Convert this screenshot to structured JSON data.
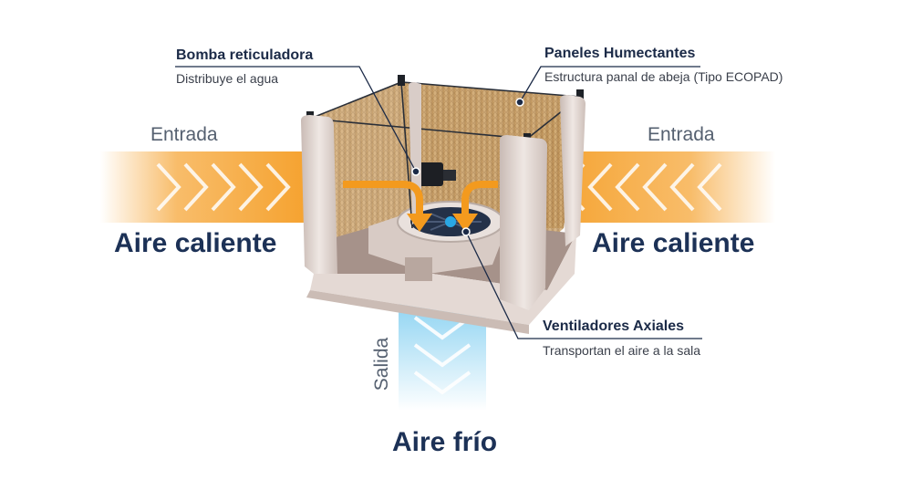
{
  "callouts": {
    "pump": {
      "title": "Bomba reticuladora",
      "subtitle": "Distribuye el agua"
    },
    "panels": {
      "title": "Paneles Humectantes",
      "subtitle": "Estructura panal de abeja (Tipo ECOPAD)"
    },
    "fans": {
      "title": "Ventiladores Axiales",
      "subtitle": "Transportan el aire a la sala"
    }
  },
  "flows": {
    "inlet_left": {
      "label": "Entrada",
      "title": "Aire caliente"
    },
    "inlet_right": {
      "label": "Entrada",
      "title": "Aire caliente"
    },
    "outlet": {
      "label": "Salida",
      "title": "Aire frío"
    }
  },
  "colors": {
    "hot_air": "#f5a02a",
    "cold_air": "#8dd3f2",
    "text_dark": "#1b2a47",
    "unit_body": "#e2d6d1",
    "pad": "#c9a163"
  }
}
